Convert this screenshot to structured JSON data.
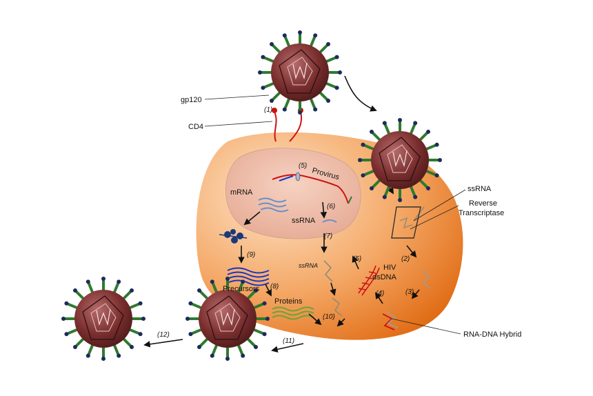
{
  "labels": {
    "gp120": "gp120",
    "cd4": "CD4",
    "provirus": "Provirus",
    "mrna": "mRNA",
    "ssrna_nucleus": "ssRNA",
    "ssrna_cyto": "ssRNA",
    "ssrna_right": "ssRNA",
    "reverse_transcriptase_1": "Reverse",
    "reverse_transcriptase_2": "Transcriptase",
    "hiv": "HIV",
    "dsdna": "dsDNA",
    "precursors": "Precursors",
    "proteins": "Proteins",
    "rna_dna_hybrid": "RNA-DNA Hybrid"
  },
  "steps": {
    "s1": "(1)",
    "s2": "(2)",
    "s3": "(3)",
    "s4": "(4)",
    "s5": "(5)",
    "s6": "(6)",
    "s7": "(7)",
    "s8": "(8)",
    "s9": "(9)",
    "s10": "(10)",
    "s11": "(11)",
    "s12": "(12)"
  },
  "colors": {
    "virus_body": "#7a2e2e",
    "spike": "#2f7a2f",
    "spike_tip": "#1d2b5c",
    "cell_light": "#fbd9b8",
    "cell_dark": "#e8731c",
    "nucleus": "#f2c4b0",
    "receptor": "#d01010",
    "dna": "#cc1111",
    "precursor": "#1a35c4",
    "protein": "#6aa33a"
  }
}
